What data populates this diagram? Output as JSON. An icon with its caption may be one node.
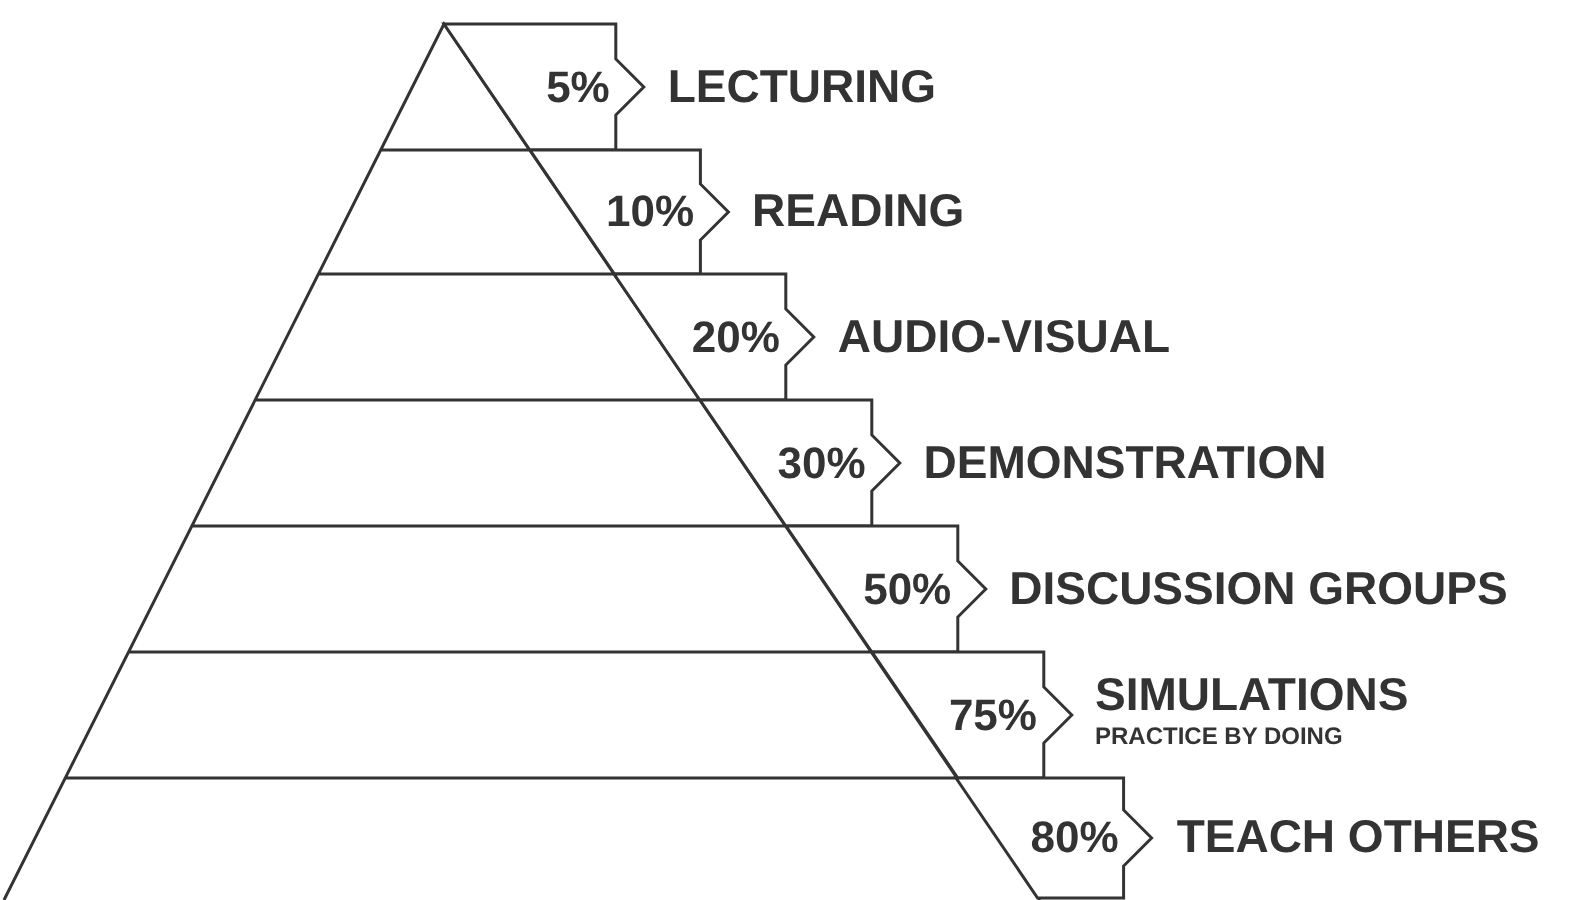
{
  "diagram": {
    "nodes": [
      {
        "text": [
          "5%"
        ],
        "beside": [
          "LECTURING"
        ]
      },
      {
        "text": [
          "10%"
        ],
        "beside": [
          "READING"
        ]
      },
      {
        "text": [
          "20%"
        ],
        "beside": [
          "AUDIO-VISUAL"
        ]
      },
      {
        "text": [
          "30%"
        ],
        "beside": [
          "DEMONSTRATION"
        ]
      },
      {
        "text": [
          "50%"
        ],
        "beside": [
          "DISCUSSION GROUPS"
        ]
      },
      {
        "text": [
          "75%"
        ],
        "beside": [
          "SIMULATIONS",
          "PRACTICE BY DOING"
        ]
      },
      {
        "text": [
          "80%"
        ],
        "beside": [
          "TEACH OTHERS"
        ]
      }
    ]
  }
}
